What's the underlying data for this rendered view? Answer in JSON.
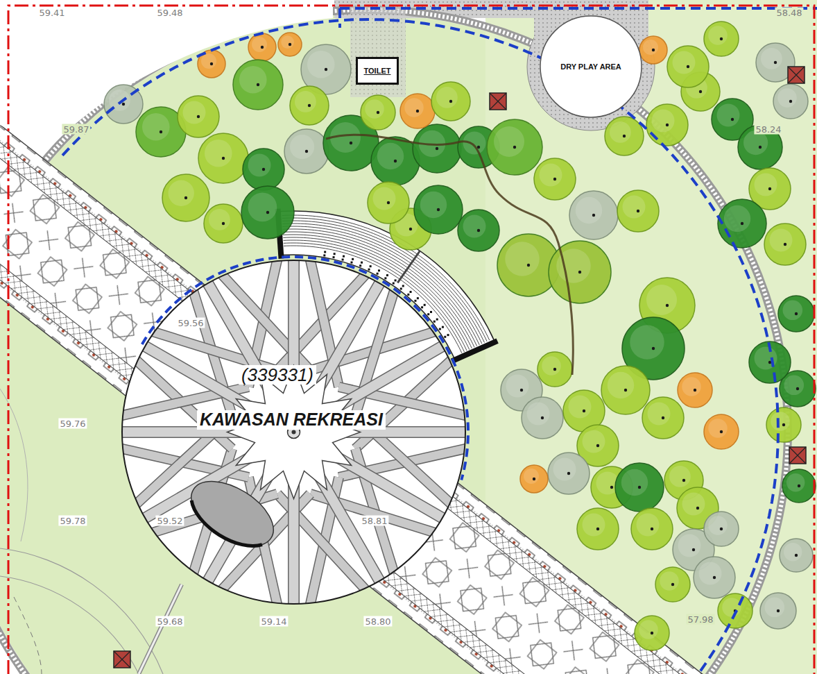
{
  "diagram": {
    "nodes": [
      {
        "text": [
          "TOILET"
        ]
      },
      {
        "text": [
          "DRY PLAY AREA"
        ]
      },
      {
        "text": [
          "(339331)",
          "KAWASAN REKREASI"
        ]
      }
    ],
    "labels": [
      "59.41",
      "59.48",
      "58.48",
      "59.87",
      "58.24",
      "59.56",
      "59.76",
      "59.78",
      "59.52",
      "58.81",
      "59.68",
      "59.14",
      "58.80",
      "57.98"
    ]
  }
}
